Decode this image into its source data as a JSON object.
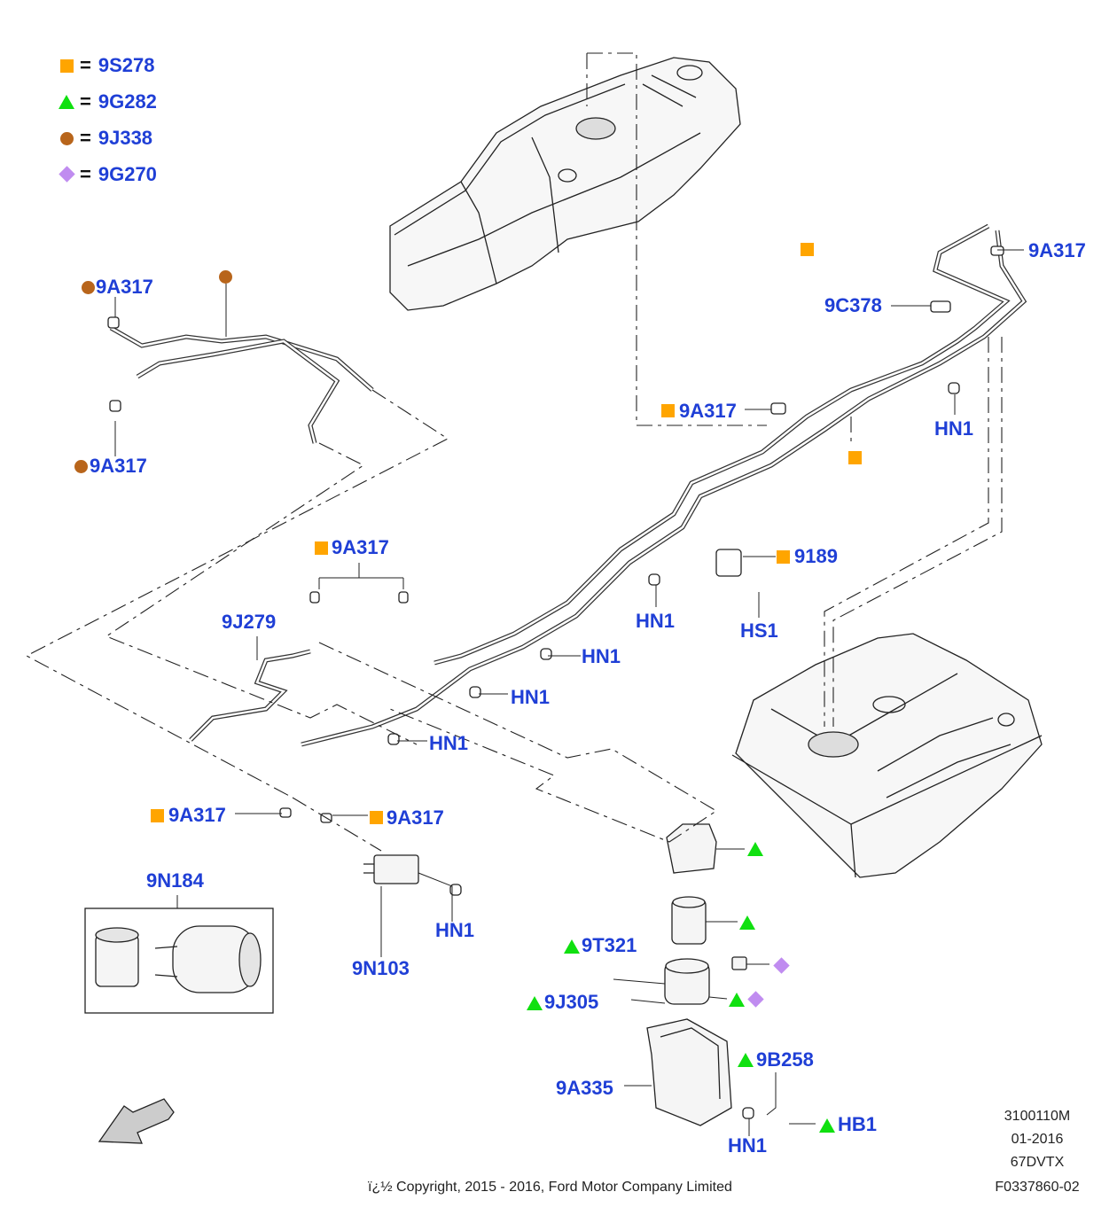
{
  "colors": {
    "label": "#1f3fd6",
    "square": "#ffa500",
    "triangle": "#10e010",
    "circle": "#b8651b",
    "diamond": "#c08cf0"
  },
  "legend": [
    {
      "symbol": "square",
      "equals": "=",
      "code": "9S278"
    },
    {
      "symbol": "triangle",
      "equals": "=",
      "code": "9G282"
    },
    {
      "symbol": "circle",
      "equals": "=",
      "code": "9J338"
    },
    {
      "symbol": "diamond",
      "equals": "=",
      "code": "9G270"
    }
  ],
  "callouts": {
    "c1": "9A317",
    "c2": "9A317",
    "c3": "9A317",
    "c4": "9C378",
    "c5": "9A317",
    "c6": "HN1",
    "c7": "9A317",
    "c8": "9J279",
    "c9": "HN1",
    "c10": "9189",
    "c11": "HS1",
    "c12": "HN1",
    "c13": "HN1",
    "c14": "HN1",
    "c15": "9A317",
    "c16": "9A317",
    "c17": "9N184",
    "c18": "HN1",
    "c19": "9N103",
    "c20": "9T321",
    "c21": "9J305",
    "c22": "9B258",
    "c23": "9A335",
    "c24": "HN1",
    "c25": "HB1"
  },
  "footer": {
    "code": "3100110M",
    "date": "01-2016",
    "model": "67DVTX",
    "figure": "F0337860-02",
    "copyright": "ï¿½ Copyright, 2015 - 2016, Ford Motor Company Limited"
  }
}
